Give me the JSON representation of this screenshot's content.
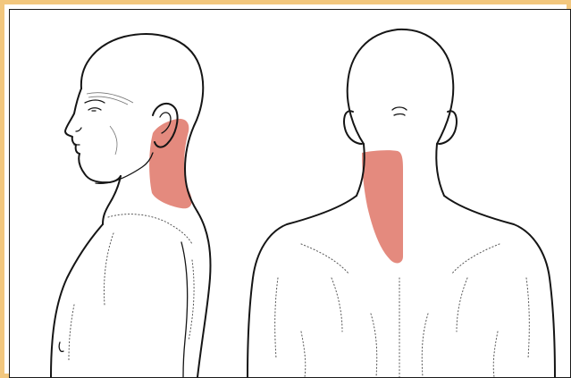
{
  "figure": {
    "views": [
      "side-view",
      "back-view"
    ],
    "highlight_color": "#e48a7e",
    "frame_color": "#f2c77e",
    "highlighted_region": "neck"
  }
}
